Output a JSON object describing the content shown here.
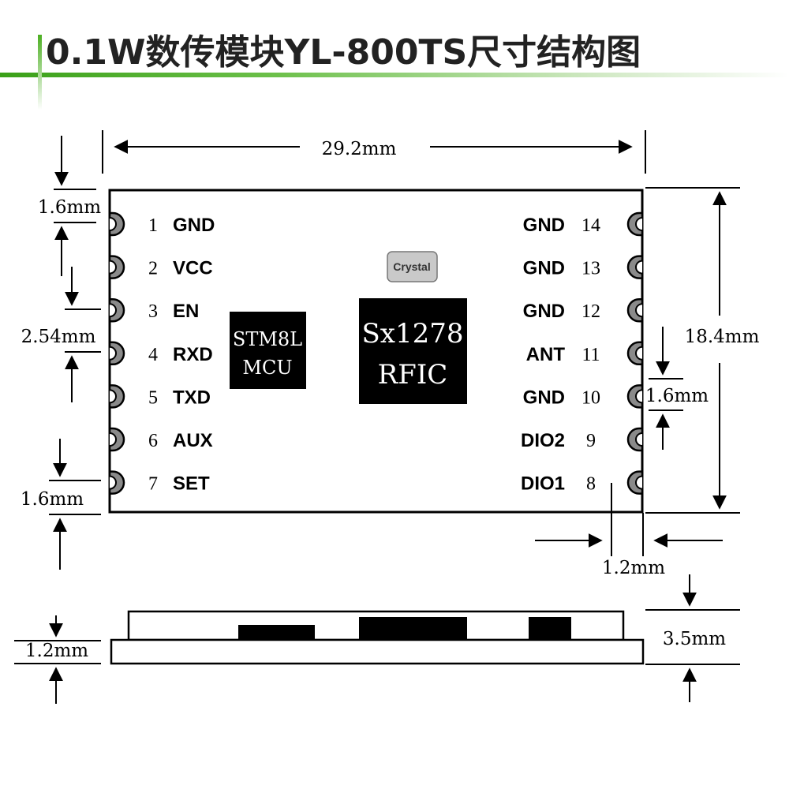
{
  "title": "0.1W数传模块YL-800TS尺寸结构图",
  "colors": {
    "accent": "#3aa018",
    "chip": "#000000",
    "crystal": "#c9c9c9"
  },
  "chips": {
    "mcu": {
      "line1": "STM8L",
      "line2": "MCU"
    },
    "rfic": {
      "line1": "Sx1278",
      "line2": "RFIC"
    },
    "crystal": "Crystal"
  },
  "left_pins": [
    {
      "num": "1",
      "name": "GND"
    },
    {
      "num": "2",
      "name": "VCC"
    },
    {
      "num": "3",
      "name": "EN"
    },
    {
      "num": "4",
      "name": "RXD"
    },
    {
      "num": "5",
      "name": "TXD"
    },
    {
      "num": "6",
      "name": "AUX"
    },
    {
      "num": "7",
      "name": "SET"
    }
  ],
  "right_pins": [
    {
      "num": "14",
      "name": "GND"
    },
    {
      "num": "13",
      "name": "GND"
    },
    {
      "num": "12",
      "name": "GND"
    },
    {
      "num": "11",
      "name": "ANT"
    },
    {
      "num": "10",
      "name": "GND"
    },
    {
      "num": "9",
      "name": "DIO2"
    },
    {
      "num": "8",
      "name": "DIO1"
    }
  ],
  "dimensions": {
    "width": "29.2mm",
    "height": "18.4mm",
    "top_margin": "1.6mm",
    "pin_pitch": "2.54mm",
    "bottom_margin": "1.6mm",
    "right_pin_gap": "1.6mm",
    "pad_width": "1.2mm",
    "total_thickness": "3.5mm",
    "pcb_thickness": "1.2mm"
  }
}
